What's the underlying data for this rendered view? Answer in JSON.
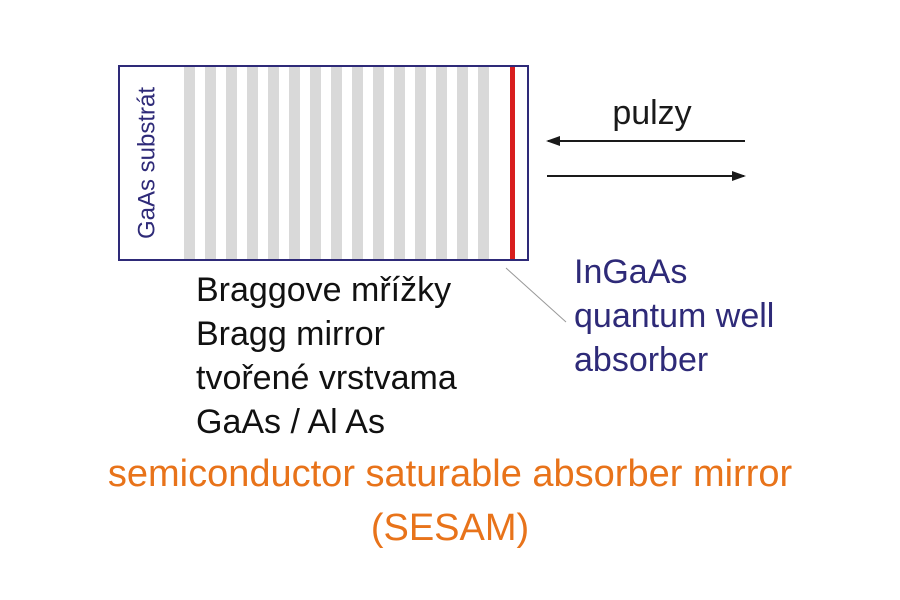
{
  "labels": {
    "substrate": "GaAs substrát",
    "pulses": "pulzy",
    "bragg_lines": [
      "Braggove mřížky",
      "Bragg mirror",
      "tvořené vrstvama",
      "GaAs / Al As"
    ],
    "absorber_lines": [
      "InGaAs",
      "quantum well",
      "absorber"
    ],
    "caption_line1": "semiconductor saturable absorber mirror",
    "caption_line2": "(SESAM)"
  },
  "structure": {
    "mirror_layer_count": 15
  },
  "colors": {
    "frame": "#2e2a78",
    "bragg_layer": "#d9d9d9",
    "absorber_layer": "#d81e1e",
    "arrow": "#1a1a1a",
    "absorber_text": "#2e2a78",
    "caption": "#e8731a",
    "leader_line": "#999999"
  }
}
